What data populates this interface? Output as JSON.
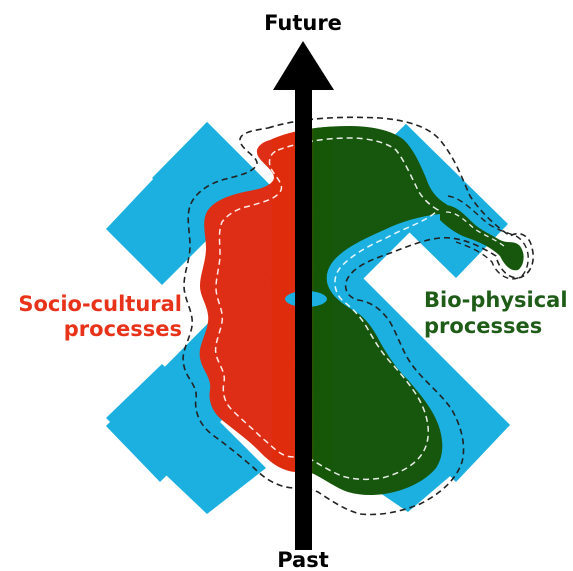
{
  "labels": {
    "top": "Future",
    "bottom": "Past",
    "left_line1": "Socio-cultural",
    "left_line2": "processes",
    "right_line1": "Bio-physical",
    "right_line2": "processes"
  },
  "colors": {
    "background": "#ffffff",
    "cross": "#1bb0df",
    "socio_cultural": "#e8321a",
    "bio_physical": "#1f5c18",
    "arrow": "#000000",
    "left_text": "#e8321a",
    "right_text": "#1f5c18"
  }
}
